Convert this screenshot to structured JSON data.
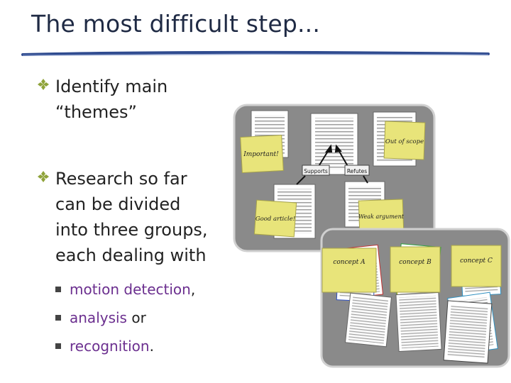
{
  "slide": {
    "title": "The most difficult step...",
    "bullets": [
      {
        "lines": [
          "Identify main",
          "“themes”"
        ]
      },
      {
        "lines": [
          "Research so far",
          "can be divided",
          "into three groups,",
          "each dealing with"
        ]
      }
    ],
    "sub_items": [
      {
        "term": "motion detection",
        "suffix": ","
      },
      {
        "term": "analysis",
        "suffix": " or"
      },
      {
        "term": "recognition",
        "suffix": "."
      }
    ]
  },
  "figure_top": {
    "sticky_notes": [
      "Important!",
      "Out of scope",
      "Good article!",
      "Weak argument"
    ],
    "labels": [
      "Supports",
      "Refutes"
    ]
  },
  "figure_bottom": {
    "sticky_notes": [
      "concept A",
      "concept B",
      "concept C"
    ]
  },
  "colors": {
    "title": "#1f2a44",
    "bullet_marker": "#8fa33a",
    "accent_text": "#6b2f8f",
    "panel_gray": "#8a8a8a",
    "sticky": "#e8e47a"
  }
}
